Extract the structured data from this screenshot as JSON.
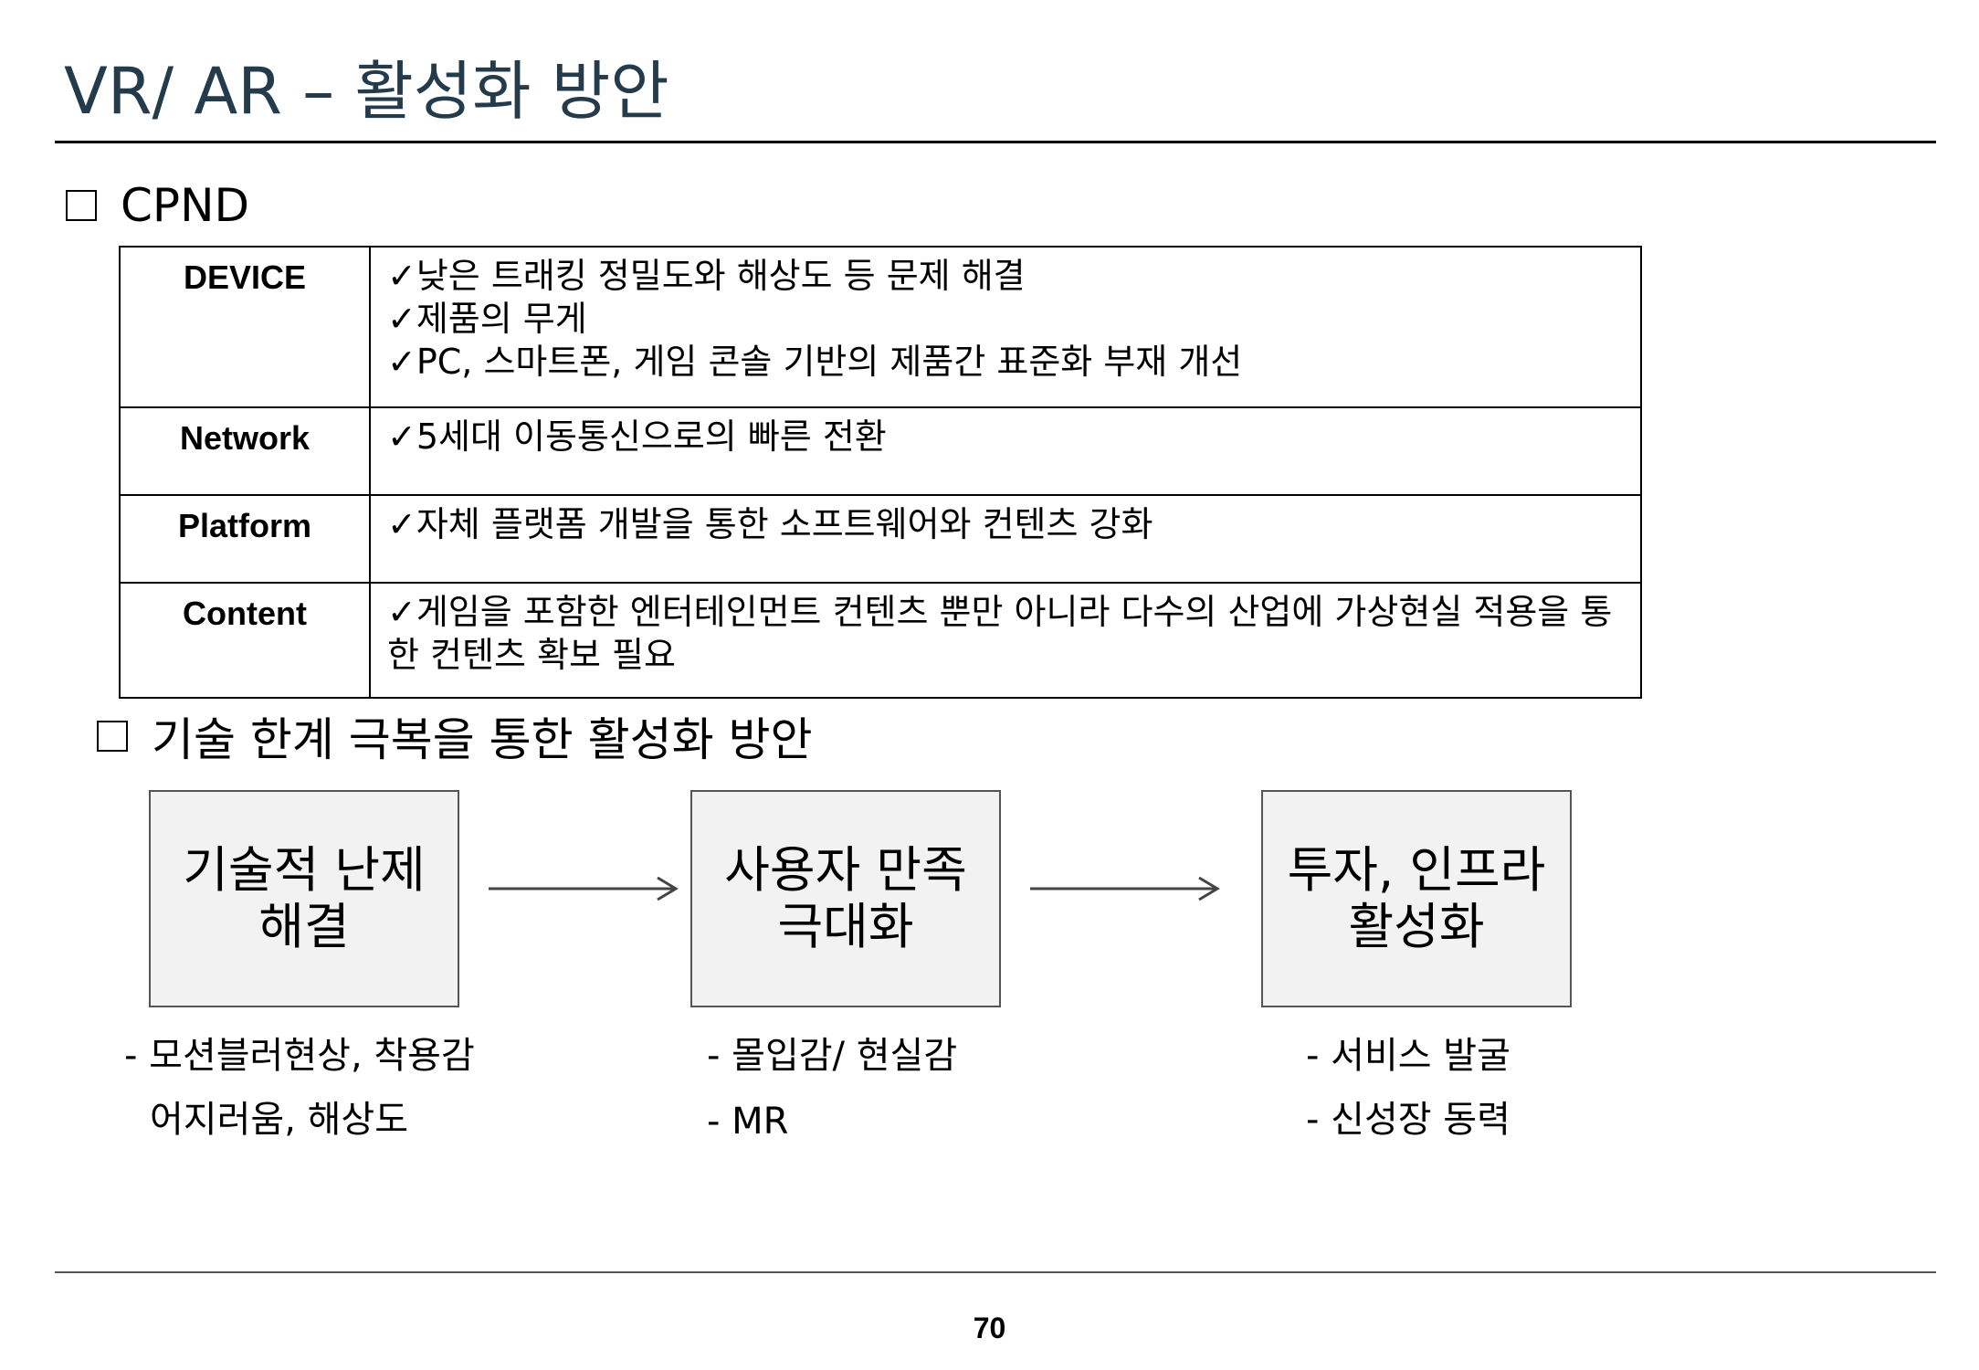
{
  "slide": {
    "title": "VR/ AR – 활성화 방안",
    "page_number": "70"
  },
  "section1": {
    "heading": "CPND"
  },
  "cpnd_table": [
    {
      "category": "DEVICE",
      "lines": [
        "✓낮은 트래킹 정밀도와 해상도  등 문제 해결",
        "✓제품의 무게",
        "✓PC,  스마트폰, 게임 콘솔 기반의 제품간 표준화 부재 개선"
      ]
    },
    {
      "category": "Network",
      "lines": [
        "✓5세대 이동통신으로의 빠른 전환"
      ]
    },
    {
      "category": "Platform",
      "lines": [
        "✓자체 플랫폼 개발을 통한  소프트웨어와 컨텐츠 강화"
      ]
    },
    {
      "category": "Content",
      "lines": [
        "✓게임을 포함한 엔터테인먼트 컨텐츠 뿐만 아니라 다수의 산업에 가상현실 적용을 통한 컨텐츠 확보 필요"
      ]
    }
  ],
  "section2": {
    "heading": "기술 한계 극복을 통한 활성화 방안"
  },
  "flow": [
    {
      "label_lines": [
        "기술적 난제",
        "해결"
      ],
      "notes": [
        "- 모션블러현상, 착용감",
        "어지러움, 해상도"
      ]
    },
    {
      "label_lines": [
        "사용자 만족",
        "극대화"
      ],
      "notes": [
        "- 몰입감/ 현실감",
        "- MR"
      ]
    },
    {
      "label_lines": [
        "투자, 인프라",
        "활성화"
      ],
      "notes": [
        "- 서비스 발굴",
        "- 신성장 동력"
      ]
    }
  ]
}
